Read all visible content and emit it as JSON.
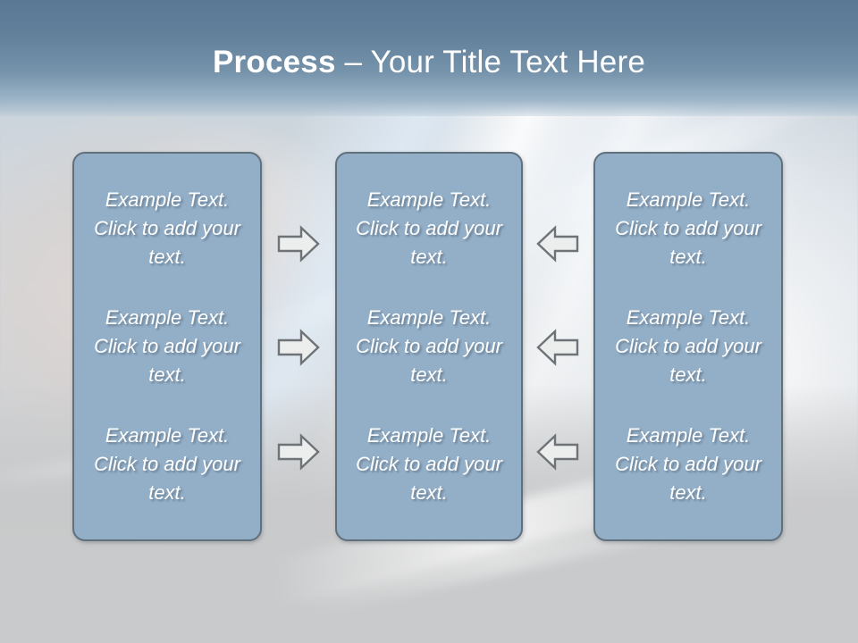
{
  "slide": {
    "title_strong": "Process",
    "title_light": " – Your Title Text Here",
    "colors": {
      "header_top": "#5a7894",
      "header_bottom": "#9db5c8",
      "box_fill": "#93afc8",
      "box_border": "#60707c",
      "text": "#ffffff",
      "arrow_fill": "#eceded",
      "arrow_stroke": "#6e7377",
      "background_base": "#c9cacb"
    }
  },
  "columns": [
    {
      "name": "column-left",
      "cells": [
        {
          "text": "Example Text. Click  to add your text."
        },
        {
          "text": "Example Text. Click  to add your text."
        },
        {
          "text": "Example Text. Click  to add your text."
        }
      ]
    },
    {
      "name": "column-middle",
      "cells": [
        {
          "text": "Example Text. Click  to add your text."
        },
        {
          "text": "Example Text. Click  to add your text."
        },
        {
          "text": "Example Text. Click  to add your text."
        }
      ]
    },
    {
      "name": "column-right",
      "cells": [
        {
          "text": "Example Text. Click  to add your text."
        },
        {
          "text": "Example Text. Click  to add your text."
        },
        {
          "text": "Example Text. Click  to add your text."
        }
      ]
    }
  ],
  "arrows": {
    "left_to_middle": [
      {
        "direction": "right",
        "icon": "arrow-right-icon"
      },
      {
        "direction": "right",
        "icon": "arrow-right-icon"
      },
      {
        "direction": "right",
        "icon": "arrow-right-icon"
      }
    ],
    "right_to_middle": [
      {
        "direction": "left",
        "icon": "arrow-left-icon"
      },
      {
        "direction": "left",
        "icon": "arrow-left-icon"
      },
      {
        "direction": "left",
        "icon": "arrow-left-icon"
      }
    ]
  }
}
